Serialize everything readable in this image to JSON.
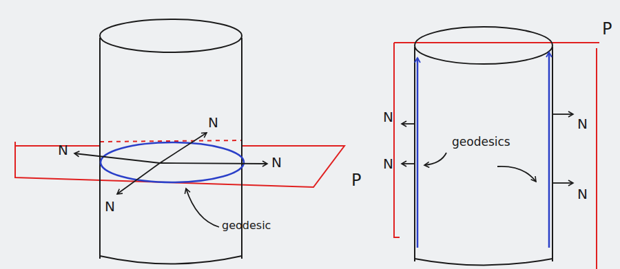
{
  "diagram": {
    "labels": [
      "P",
      "N",
      "N",
      "N",
      "geodesics",
      "N",
      "N",
      "N",
      "P",
      "N",
      "N",
      "geodesic"
    ]
  }
}
